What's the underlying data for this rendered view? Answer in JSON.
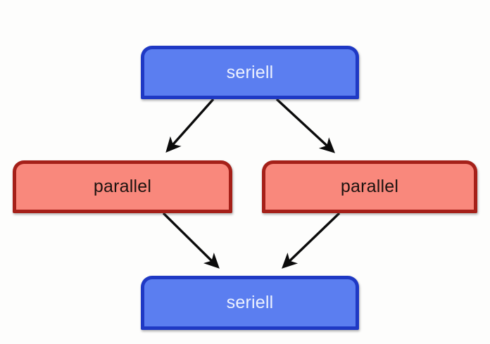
{
  "diagram": {
    "title": "seriell-parallel flow diagram",
    "background_color": "#fdfdfc",
    "nodes": [
      {
        "id": "seriell-top",
        "label": "seriell",
        "type": "seriell",
        "fill_color": "#5b7ef0",
        "border_color": "#1f39c4",
        "text_color": "#edf2fe"
      },
      {
        "id": "parallel-left",
        "label": "parallel",
        "type": "parallel",
        "fill_color": "#f9887c",
        "border_color": "#a52019",
        "text_color": "#1d1310"
      },
      {
        "id": "parallel-right",
        "label": "parallel",
        "type": "parallel",
        "fill_color": "#f9887c",
        "border_color": "#a52019",
        "text_color": "#1d1310"
      },
      {
        "id": "seriell-bottom",
        "label": "seriell",
        "type": "seriell",
        "fill_color": "#5b7ef0",
        "border_color": "#1f39c4",
        "text_color": "#edf2fe"
      }
    ],
    "edges": [
      {
        "id": "edge-top-to-left",
        "from": "seriell-top",
        "to": "parallel-left",
        "color": "#0b0b0b"
      },
      {
        "id": "edge-top-to-right",
        "from": "seriell-top",
        "to": "parallel-right",
        "color": "#0b0b0b"
      },
      {
        "id": "edge-left-to-bottom",
        "from": "parallel-left",
        "to": "seriell-bottom",
        "color": "#0b0b0b"
      },
      {
        "id": "edge-right-to-bottom",
        "from": "parallel-right",
        "to": "seriell-bottom",
        "color": "#0b0b0b"
      }
    ]
  }
}
